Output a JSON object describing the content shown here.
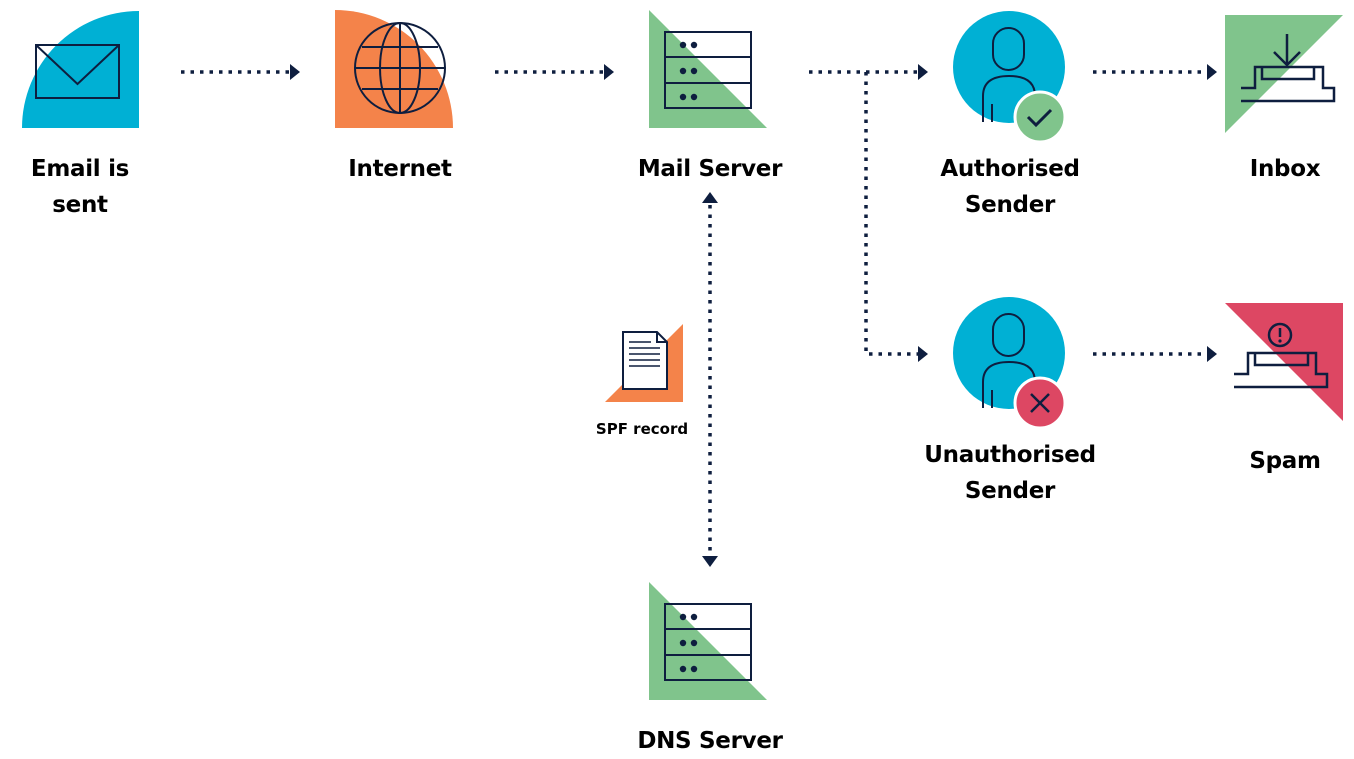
{
  "nodes": {
    "email_sent": {
      "label": "Email is sent",
      "icon": "envelope-icon"
    },
    "internet": {
      "label": "Internet",
      "icon": "globe-icon"
    },
    "mail_server": {
      "label": "Mail Server",
      "icon": "server-icon"
    },
    "authorised_sender": {
      "label_line1": "Authorised",
      "label_line2": "Sender",
      "icon": "user-check-icon"
    },
    "inbox": {
      "label": "Inbox",
      "icon": "inbox-download-icon"
    },
    "unauthorised_sender": {
      "label_line1": "Unauthorised",
      "label_line2": "Sender",
      "icon": "user-cross-icon"
    },
    "spam": {
      "label": "Spam",
      "icon": "spam-tray-icon"
    },
    "spf_record": {
      "label": "SPF record",
      "icon": "document-icon"
    },
    "dns_server": {
      "label": "DNS Server",
      "icon": "server-icon"
    }
  },
  "colors": {
    "blue": "#00B0D4",
    "orange": "#F4834A",
    "green": "#80C48C",
    "red": "#DD4763",
    "navy": "#0E1E3F"
  }
}
